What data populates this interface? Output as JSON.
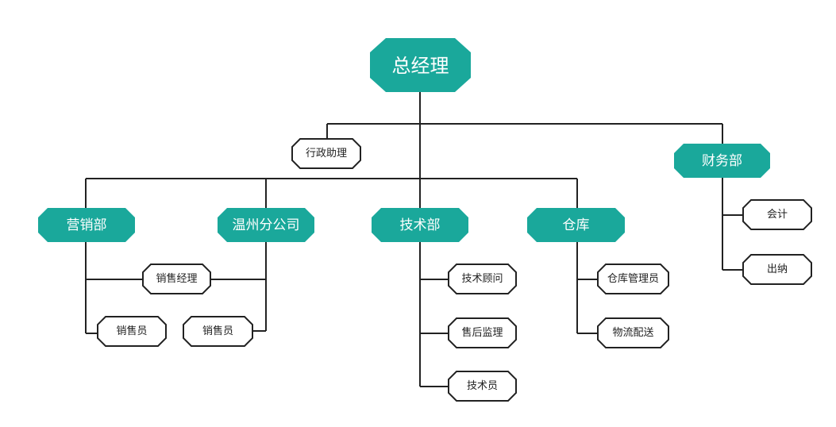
{
  "colors": {
    "primary_fill": "#1aa89b",
    "primary_text": "#ffffff",
    "secondary_fill": "#ffffff",
    "secondary_stroke": "#222222",
    "secondary_text": "#222222",
    "connector": "#222222"
  },
  "nodes": {
    "ceo": "总经理",
    "admin_assistant": "行政助理",
    "finance": "财务部",
    "accountant": "会计",
    "cashier": "出纳",
    "marketing": "营销部",
    "wenzhou": "温州分公司",
    "tech": "技术部",
    "warehouse": "仓库",
    "sales_manager": "销售经理",
    "marketing_sales_rep": "销售员",
    "wenzhou_sales_rep": "销售员",
    "tech_consultant": "技术顾问",
    "aftersales_supervisor": "售后监理",
    "technician": "技术员",
    "warehouse_admin": "仓库管理员",
    "logistics": "物流配送"
  }
}
